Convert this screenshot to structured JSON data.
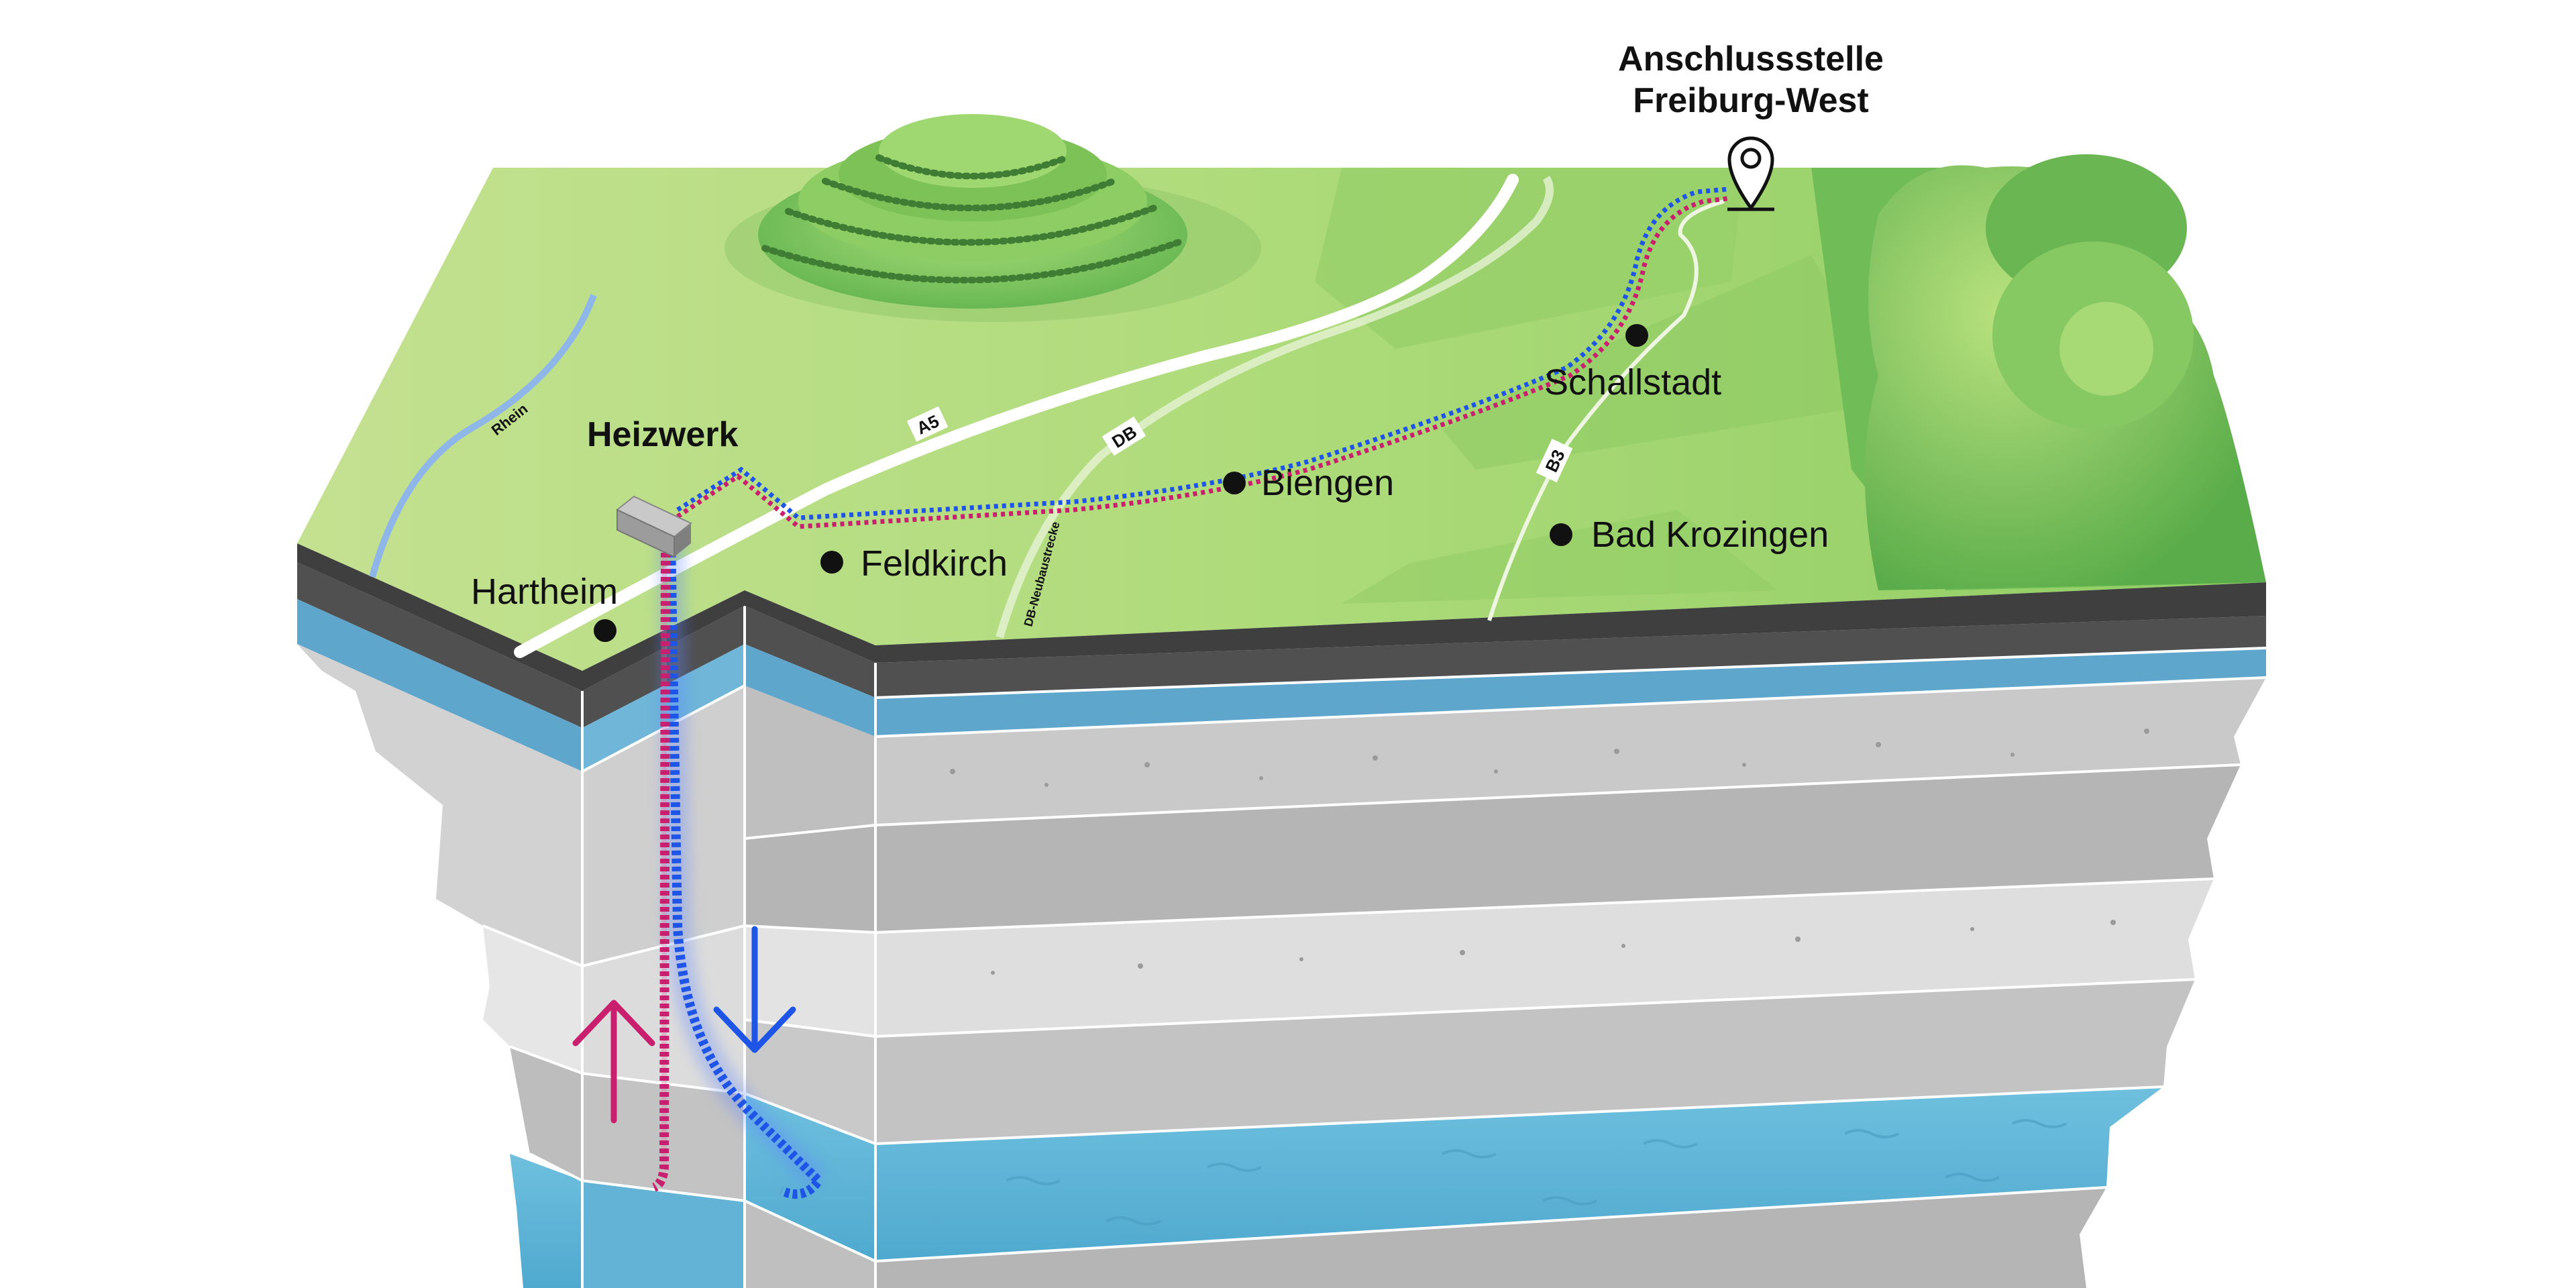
{
  "labels": {
    "heizwerk": "Heizwerk",
    "anschluss_line1": "Anschlussstelle",
    "anschluss_line2": "Freiburg-West",
    "hartheim": "Hartheim",
    "feldkirch": "Feldkirch",
    "biengen": "Biengen",
    "schallstadt": "Schallstadt",
    "bad_krozingen": "Bad Krozingen"
  },
  "roads": {
    "a5": "A5",
    "db": "DB",
    "b3": "B3",
    "db_neubau": "DB-Neubaustrecke",
    "rhein": "Rhein"
  },
  "colors": {
    "grass_light": "#c2e08e",
    "grass_mid": "#9fd26c",
    "grass_dark": "#5eb24e",
    "hot_pipe": "#c8206e",
    "cold_pipe": "#1f55e6",
    "aquifer": "#5bb5d7",
    "asphalt_layer": "#4a4a4a",
    "rock_light": "#dcdcdc",
    "rock_mid": "#bdbdbd",
    "river": "#8fb6e8"
  },
  "icons": {
    "location": "map-pin-icon",
    "up_arrow": "arrow-up-icon",
    "down_arrow": "arrow-down-icon",
    "plant": "heating-plant-icon"
  }
}
